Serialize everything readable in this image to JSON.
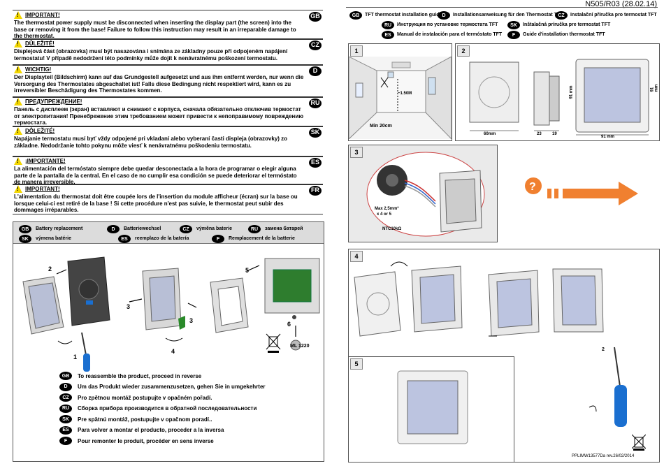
{
  "doc_ref": "N505/R03 (28.02.14)",
  "warnings": [
    {
      "lang": "GB",
      "title": "IMPORTANT!",
      "text": "The thermostat power supply must be disconnected when inserting the display part (the screen) into the base or removing it from the base! Failure to follow this instruction may result in an irreparable damage to the thermostat."
    },
    {
      "lang": "CZ",
      "title": "DŮLEŽITÉ!",
      "text": "Displejová část (obrazovka) musí být nasazována i snímána ze základny pouze při odpojeném napájení termostatu!  V případě nedodržení této podmínky může dojít k nenávratnému poškození termostatu."
    },
    {
      "lang": "D",
      "title": "WICHTIG!",
      "text": "Der Displayteil (Bildschirm) kann auf das Grundgestell aufgesetzt und aus ihm entfernt werden, nur wenn die Versorgung des Thermostates abgeschaltet ist! Falls diese Bedingung nicht respektiert wird, kann es zu irreversibler Beschädigung des Thermostates kommen."
    },
    {
      "lang": "RU",
      "title": "ПРЕДУПРЕЖДЕНИЕ!",
      "text": "Панель с дисплеем (экран) вставляют и снимают с корпуса, сначала обязательно  отключив термостат от электропитания! Пренебрежение этим требованием может привести к непоправимому повреждению термостата."
    },
    {
      "lang": "SK",
      "title": "DÔLEŽITÉ!",
      "text": "Napájanie termostatu musí byť vždy odpojené pri vkladaní alebo vyberaní časti displeja (obrazovky) zo základne. Nedodržanie tohto pokynu môže viesť k nenávratnému poškodeniu termostatu."
    },
    {
      "lang": "ES",
      "title": "¡IMPORTANTE!",
      "text": "La alimentación del termóstato siempre debe quedar desconectada a la hora de programar o elegir alguna parte de la pantalla de la central. En el caso de no cumplir esa condición se puede deteriorar el termóstato de manera irreversible."
    },
    {
      "lang": "FR",
      "title": "IMPORTANT!",
      "text": "L'alimentation du thermostat doit être coupée lors de l'insertion du module afficheur (écran) sur la base ou lorsque celui-ci est retiré de la base ! Si cette procédure n'est pas suivie, le thermostat peut subir des dommages irréparables."
    }
  ],
  "battery": {
    "labels": [
      {
        "lang": "GB",
        "text": "Battery replacement"
      },
      {
        "lang": "D",
        "text": "Batteriewechsel"
      },
      {
        "lang": "CZ",
        "text": "výměna baterie"
      },
      {
        "lang": "RU",
        "text": "замена батарей"
      },
      {
        "lang": "SK",
        "text": "výmena batérie"
      },
      {
        "lang": "ES",
        "text": "reemplazo de la batería"
      },
      {
        "lang": "F",
        "text": "Remplacement de la batterie"
      }
    ],
    "step_numbers": [
      "1",
      "2",
      "3",
      "3",
      "4",
      "5",
      "6"
    ],
    "battery_model": "ML 1220"
  },
  "reassemble": [
    {
      "lang": "GB",
      "text": "To reassemble the product, proceed in reverse"
    },
    {
      "lang": "D",
      "text": "Um das Produkt wieder zusammenzusetzen, gehen Sie in umgekehrter"
    },
    {
      "lang": "CZ",
      "text": "Pro zpětnou montáž postupujte v opačném pořadí."
    },
    {
      "lang": "RU",
      "text": "Сборка прибора производится в обратной последовательности"
    },
    {
      "lang": "SK",
      "text": "Pre spätnú montáž, postupujte v opačnom poradí.."
    },
    {
      "lang": "ES",
      "text": "Para volver a montar el producto, proceder a la inversa"
    },
    {
      "lang": "F",
      "text": "Pour remonter le produit, procéder en sens inverse"
    }
  ],
  "install_guide": [
    {
      "lang": "GB",
      "text": "TFT thermostat installation guide"
    },
    {
      "lang": "D",
      "text": "Installationsanweisung für den Thermostat TFT"
    },
    {
      "lang": "CZ",
      "text": "Instalační příručka pro termostat TFT"
    },
    {
      "lang": "RU",
      "text": "Инструкция по установке термостата TFT"
    },
    {
      "lang": "SK",
      "text": "Inštalačná príručka pre termostat TFT"
    },
    {
      "lang": "ES",
      "text": "Manual de instalación para el termóstato TFT"
    },
    {
      "lang": "F",
      "text": "Guide d'installation thermostat TFT"
    }
  ],
  "steps": {
    "s1": {
      "num": "1",
      "height": "~1.50M",
      "floor": "Min 20cm"
    },
    "s2": {
      "num": "2",
      "w1": "60mm",
      "h1": "91 mm",
      "d1": "23",
      "d2": "19",
      "h2": "91 mm",
      "w2": "91 mm"
    },
    "s3": {
      "num": "3",
      "wire": "Max 2,5mm²",
      "wire2": "x 4 or 5",
      "ntc": "NTC10kΩ"
    },
    "s4": {
      "num": "4",
      "screw": "2"
    },
    "s5": {
      "num": "5"
    }
  },
  "footer_ref": "PPLIMW13577Da rev.26/02/2014"
}
